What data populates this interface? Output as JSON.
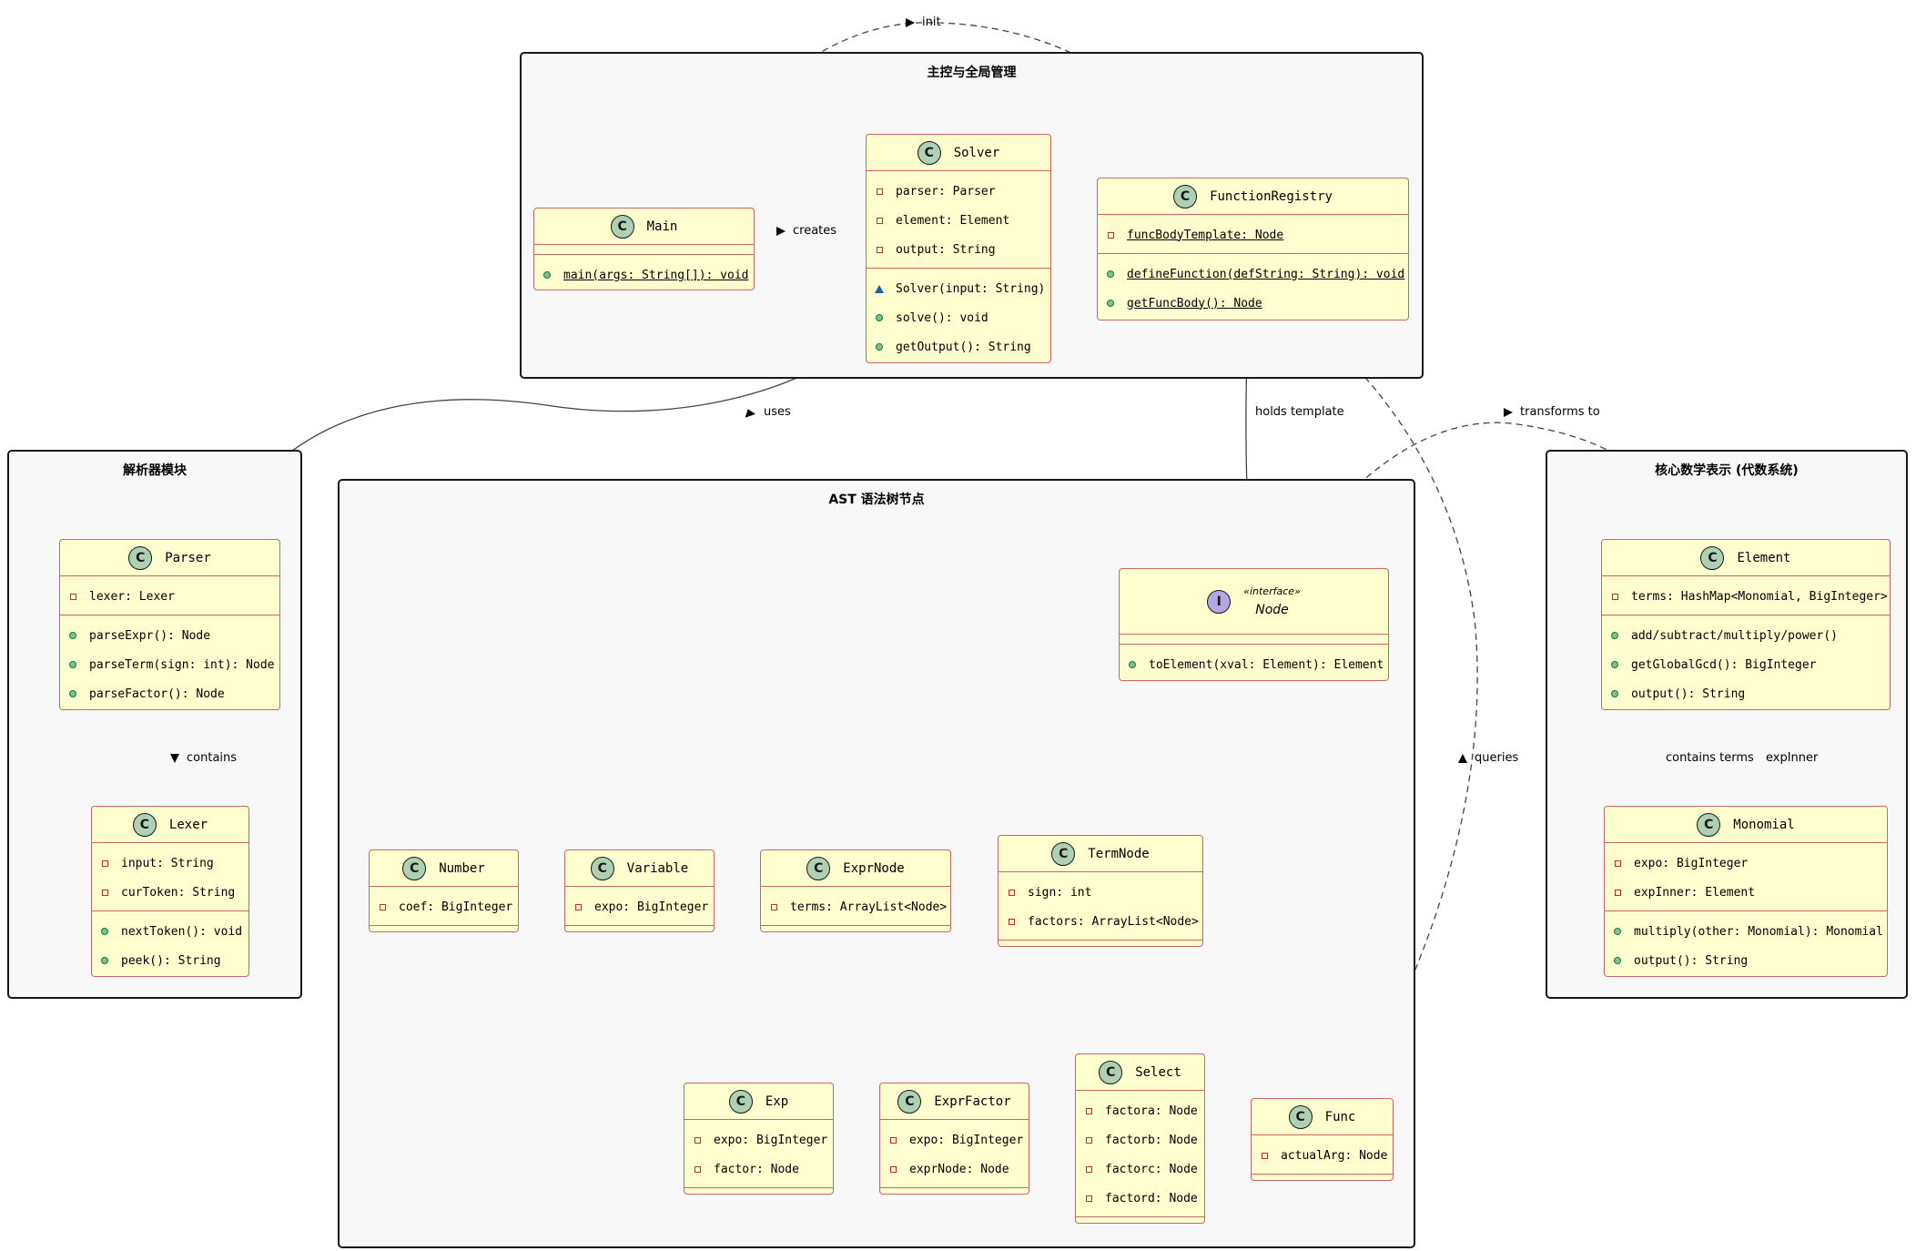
{
  "packages": {
    "main": "主控与全局管理",
    "parser": "解析器模块",
    "ast": "AST 语法树节点",
    "core": "核心数学表示 (代数系统)"
  },
  "classes": {
    "Main": {
      "name": "Main",
      "methods": [
        "main(args: String[]): void"
      ]
    },
    "Solver": {
      "name": "Solver",
      "fields": [
        "parser: Parser",
        "element: Element",
        "output: String"
      ],
      "methods": [
        "Solver(input: String)",
        "solve(): void",
        "getOutput(): String"
      ]
    },
    "FunctionRegistry": {
      "name": "FunctionRegistry",
      "fields": [
        "funcBodyTemplate: Node"
      ],
      "methods": [
        "defineFunction(defString: String): void",
        "getFuncBody(): Node"
      ]
    },
    "Parser": {
      "name": "Parser",
      "fields": [
        "lexer: Lexer"
      ],
      "methods": [
        "parseExpr(): Node",
        "parseTerm(sign: int): Node",
        "parseFactor(): Node"
      ]
    },
    "Lexer": {
      "name": "Lexer",
      "fields": [
        "input: String",
        "curToken: String"
      ],
      "methods": [
        "nextToken(): void",
        "peek(): String"
      ]
    },
    "Node": {
      "stereotype": "«interface»",
      "name": "Node",
      "methods": [
        "toElement(xval: Element): Element"
      ]
    },
    "Number": {
      "name": "Number",
      "fields": [
        "coef: BigInteger"
      ]
    },
    "Variable": {
      "name": "Variable",
      "fields": [
        "expo: BigInteger"
      ]
    },
    "ExprNode": {
      "name": "ExprNode",
      "fields": [
        "terms: ArrayList<Node>"
      ]
    },
    "TermNode": {
      "name": "TermNode",
      "fields": [
        "sign: int",
        "factors: ArrayList<Node>"
      ]
    },
    "Exp": {
      "name": "Exp",
      "fields": [
        "expo: BigInteger",
        "factor: Node"
      ]
    },
    "ExprFactor": {
      "name": "ExprFactor",
      "fields": [
        "expo: BigInteger",
        "exprNode: Node"
      ]
    },
    "Select": {
      "name": "Select",
      "fields": [
        "factora: Node",
        "factorb: Node",
        "factorc: Node",
        "factord: Node"
      ]
    },
    "Func": {
      "name": "Func",
      "fields": [
        "actualArg: Node"
      ]
    },
    "Element": {
      "name": "Element",
      "fields": [
        "terms: HashMap<Monomial, BigInteger>"
      ],
      "methods": [
        "add/subtract/multiply/power()",
        "getGlobalGcd(): BigInteger",
        "output(): String"
      ]
    },
    "Monomial": {
      "name": "Monomial",
      "fields": [
        "expo: BigInteger",
        "expInner: Element"
      ],
      "methods": [
        "multiply(other: Monomial): Monomial",
        "output(): String"
      ]
    }
  },
  "relations": {
    "init": "init",
    "creates": "creates",
    "uses": "uses",
    "holds_template": "holds template",
    "transforms_to": "transforms to",
    "contains": "contains",
    "queries": "queries",
    "contains_terms": "contains terms",
    "expinner": "expInner"
  },
  "colors": {
    "class_fill": "#fefece",
    "class_border": "#cc6666",
    "package_fill": "#f8f8f8",
    "class_badge": "#add1b2",
    "interface_badge": "#b4a7e5",
    "line": "#444444"
  }
}
